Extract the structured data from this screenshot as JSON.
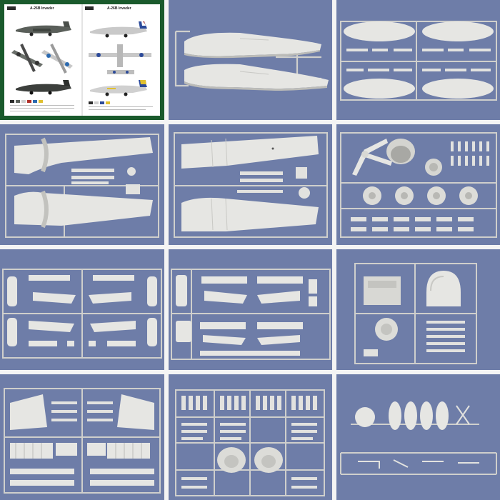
{
  "colors": {
    "page_background": "#f4f4f4",
    "tile_background": "#6e7da8",
    "plastic_light": "#e6e6e3",
    "plastic_shadow": "#bcbcb8",
    "instruction_border": "#1a5a2c"
  },
  "instruction_sheet": {
    "left_page_title": "A-26B Invader",
    "right_page_title": "A-26B Invader",
    "logo_text": "HOBBY BOSS"
  },
  "photos": [
    {
      "subject": "instruction-sheet-painting-guide"
    },
    {
      "subject": "fuselage-halves-sprue"
    },
    {
      "subject": "engine-nacelles-sprue"
    },
    {
      "subject": "wing-lower-sprue"
    },
    {
      "subject": "wing-upper-sprue"
    },
    {
      "subject": "engines-and-props-sprue"
    },
    {
      "subject": "tail-surfaces-sprue"
    },
    {
      "subject": "control-surfaces-sprue"
    },
    {
      "subject": "nose-and-cockpit-sprue"
    },
    {
      "subject": "wing-flaps-sprue"
    },
    {
      "subject": "small-parts-sprue"
    },
    {
      "subject": "drop-tanks-sprue"
    }
  ]
}
